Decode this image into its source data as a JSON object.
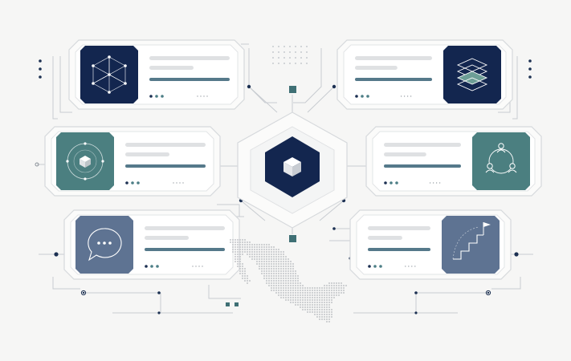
{
  "diagram": {
    "colors": {
      "navy": "#13264f",
      "teal": "#4b7f80",
      "slate": "#5e7392",
      "light_gray": "#dfe1e3",
      "bar_accent": "#55798a",
      "line": "#c8ccd1",
      "background": "#f6f6f5"
    },
    "hub": {
      "icon": "cube-icon"
    },
    "cards": [
      {
        "id": "top-left",
        "icon": "network-cube-icon",
        "tile_color": "#13264f"
      },
      {
        "id": "top-right",
        "icon": "stacked-layers-icon",
        "tile_color": "#13264f"
      },
      {
        "id": "mid-left",
        "icon": "orbit-cube-icon",
        "tile_color": "#4b7f80"
      },
      {
        "id": "mid-right",
        "icon": "team-network-icon",
        "tile_color": "#4b7f80"
      },
      {
        "id": "bottom-left",
        "icon": "chat-bubble-icon",
        "tile_color": "#5e7392"
      },
      {
        "id": "bottom-right",
        "icon": "stairs-flag-icon",
        "tile_color": "#5e7392"
      }
    ],
    "map": {
      "icon": "mexico-dot-map-icon"
    }
  }
}
